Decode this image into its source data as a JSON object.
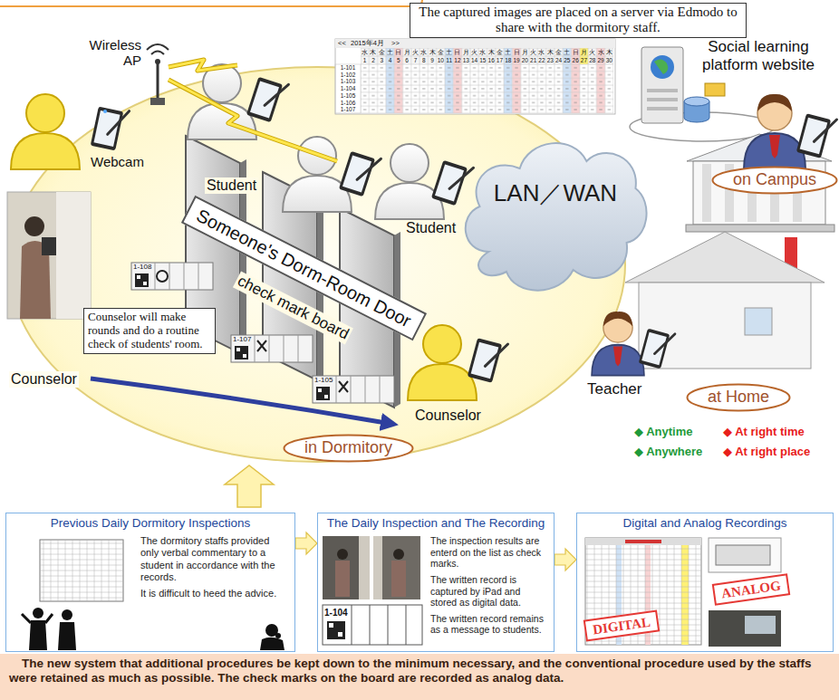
{
  "diagram": {
    "caption": "The new system that additional procedures be kept down to the minimum necessary, and the conventional procedure used by the staffs were retained as much as possible. The check marks on the board are recorded as analog data.",
    "nodes": [
      {
        "text": [
          "The captured images are placed on a server via Edmodo to share with the dormitory staff."
        ]
      },
      {
        "text": [
          "LAN／WAN"
        ]
      },
      {
        "text": [
          "on Campus"
        ]
      },
      {
        "text": [
          "at Home"
        ]
      },
      {
        "text": [
          "Someone's Dorm-Room Door"
        ]
      },
      {
        "text": [
          "Counselor will make rounds and do a routine check of students' room."
        ]
      },
      {
        "text": [
          "in Dormitory"
        ]
      },
      {
        "text": [
          "Previous Daily Dormitory Inspections",
          "The dormitory staffs provided only verbal commentary to a student in accordance with the records.",
          "It is difficult to heed the advice."
        ]
      },
      {
        "text": [
          "The Daily Inspection and The Recording",
          "The inspection results are enterd on the list as check marks.",
          "The written record is captured by iPad and stored as digital data.",
          "The written record remains as a message to students."
        ]
      },
      {
        "text": [
          "Digital and Analog Recordings"
        ]
      },
      {
        "text": [
          "DIGITAL"
        ],
        "in": 9
      },
      {
        "text": [
          "ANALOG"
        ],
        "in": 9
      }
    ],
    "edges": [
      {
        "from": 7,
        "to": 8,
        "arrow": "to"
      },
      {
        "from": 8,
        "to": 9,
        "arrow": "to"
      }
    ],
    "labels": [
      "Social learning platform website",
      "Wireless AP",
      "Webcam",
      "Student",
      "Student",
      "Teacher",
      "check mark board",
      "1-108",
      "1-107",
      "1-105",
      "Counselor",
      "Counselor",
      "◆ Anytime",
      "◆ At right time",
      "◆ Anywhere",
      "◆ At right place",
      "1-104",
      "<<",
      "2015年4月",
      ">>",
      "水",
      "木",
      "金",
      "土",
      "日",
      "月",
      "火",
      "水",
      "木",
      "金",
      "土",
      "日",
      "月",
      "火",
      "水",
      "木",
      "金",
      "土",
      "日",
      "月",
      "火",
      "水",
      "木",
      "金",
      "土",
      "日",
      "月",
      "火",
      "水",
      "木",
      "1",
      "2",
      "3",
      "4",
      "5",
      "6",
      "7",
      "8",
      "9",
      "10",
      "11",
      "12",
      "13",
      "14",
      "15",
      "16",
      "17",
      "18",
      "19",
      "20",
      "21",
      "22",
      "23",
      "24",
      "25",
      "26",
      "27",
      "28",
      "29",
      "30",
      "1-101",
      "1-102",
      "1-103",
      "1-104",
      "1-105",
      "1-106",
      "1-107"
    ]
  }
}
